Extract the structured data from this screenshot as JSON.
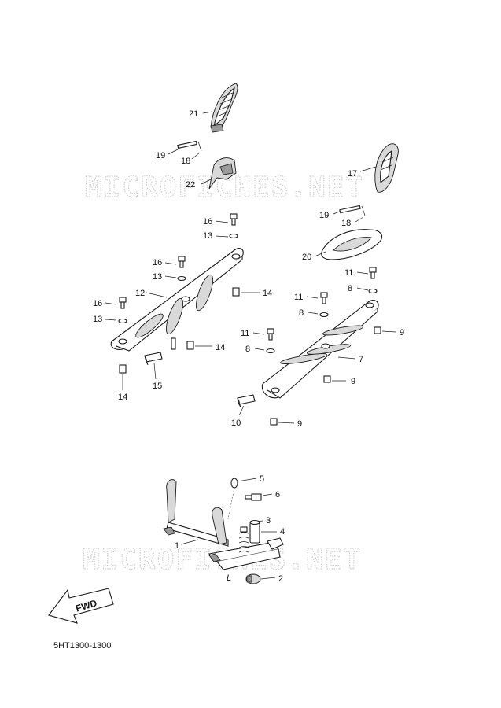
{
  "watermark": "MICROFICHES.NET",
  "reference_code": "5HT1300-1300",
  "fwd_label": "FWD",
  "callouts": {
    "c21": "21",
    "c19a": "19",
    "c18a": "18",
    "c22": "22",
    "c17": "17",
    "c19b": "19",
    "c18b": "18",
    "c20": "20",
    "c16a": "16",
    "c13a": "13",
    "c16b": "16",
    "c13b": "13",
    "c12": "12",
    "c16c": "16",
    "c13c": "13",
    "c14a": "14",
    "c14b": "14",
    "c14c": "14",
    "c15": "15",
    "c11a": "11",
    "c8a": "8",
    "c11b": "11",
    "c8b": "8",
    "c9a": "9",
    "c11c": "11",
    "c8c": "8",
    "c7": "7",
    "c9b": "9",
    "c10": "10",
    "c9c": "9",
    "c5": "5",
    "c6": "6",
    "c3": "3",
    "c4": "4",
    "c1": "1",
    "c2": "2",
    "cL": "L"
  }
}
